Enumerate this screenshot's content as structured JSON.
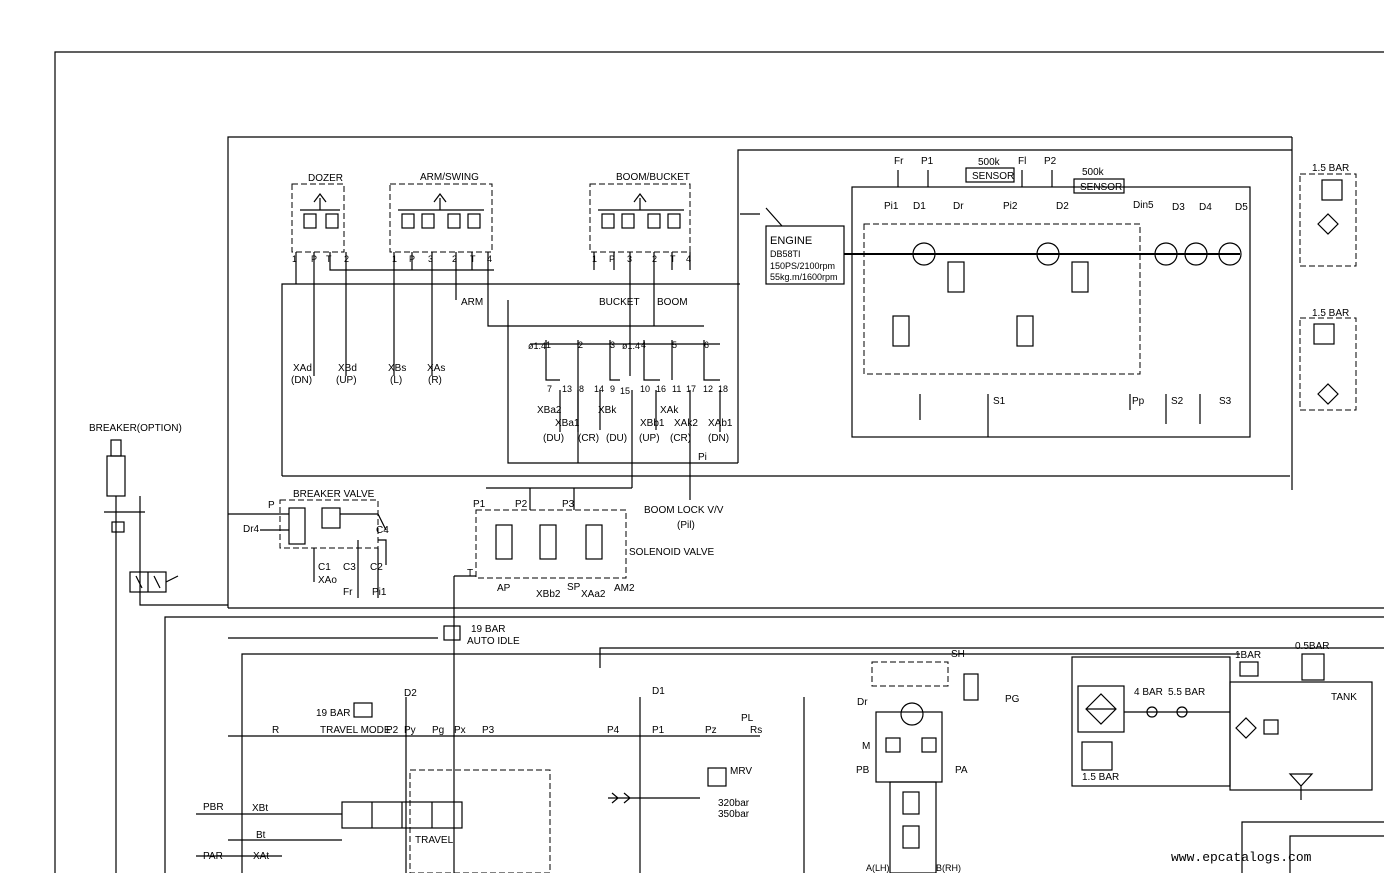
{
  "labels": {
    "breaker_option": "BREAKER(OPTION)",
    "dozer": "DOZER",
    "arm_swing": "ARM/SWING",
    "boom_bucket": "BOOM/BUCKET",
    "arm": "ARM",
    "bucket": "BUCKET",
    "boom": "BOOM",
    "xad": "XAd",
    "xad_sub": "(DN)",
    "xbd": "XBd",
    "xbd_sub": "(UP)",
    "xbs": "XBs",
    "xbs_sub": "(L)",
    "xas": "XAs",
    "xas_sub": "(R)",
    "xba2": "XBa2",
    "xba2_sub": "(DU)",
    "xba1": "XBa1",
    "xba1_sub": "(CR)",
    "xbk": "XBk",
    "xbk_sub": "(DU)",
    "xbb1": "XBb1",
    "xbb1_sub": "(UP)",
    "xak": "XAk",
    "xak2": "XAk2",
    "xak2_sub": "(CR)",
    "xab1": "XAb1",
    "xab1_sub": "(DN)",
    "pi": "Pi",
    "boom_lock": "BOOM LOCK V/V",
    "pil": "(Pil)",
    "breaker_valve": "BREAKER VALVE",
    "dr4": "Dr4",
    "p": "P",
    "c1": "C1",
    "c3": "C3",
    "c2": "C2",
    "c4": "C4",
    "xao": "XAo",
    "fr_small": "Fr",
    "pi1": "Pi1",
    "p1": "P1",
    "p2": "P2",
    "p3": "P3",
    "solenoid_valve": "SOLENOID VALVE",
    "t": "T",
    "ap": "AP",
    "sp": "SP",
    "xbb2": "XBb2",
    "xaa2": "XAa2",
    "am2": "AM2",
    "phi14a": "ø1.4",
    "phi14b": "ø1.4",
    "auto_idle_bar": "19 BAR",
    "auto_idle": "AUTO IDLE",
    "travel_mode_bar": "19 BAR",
    "d2": "D2",
    "d1": "D1",
    "r": "R",
    "travel_mode": "TRAVEL MODE",
    "py": "Py",
    "pg": "Pg",
    "px": "Px",
    "p4": "P4",
    "pz": "Pz",
    "pl": "PL",
    "rs": "Rs",
    "mrv": "MRV",
    "mrv_p1": "320bar",
    "mrv_p2": "350bar",
    "pbr": "PBR",
    "xbt": "XBt",
    "bt": "Bt",
    "par": "PAR",
    "xat": "XAt",
    "travel": "TRAVEL",
    "engine": "ENGINE",
    "engine_model": "DB58TI",
    "engine_power": "150PS/2100rpm",
    "engine_torque": "55kg.m/1600rpm",
    "fr": "Fr",
    "pump_p1": "P1",
    "fl": "Fl",
    "pump_p2": "P2",
    "sensor_val1": "500k",
    "sensor1": "SENSOR",
    "sensor_val2": "500k",
    "sensor2": "SENSOR",
    "pi1_pump": "Pi1",
    "d1_pump": "D1",
    "dr_pump": "Dr",
    "pi2_pump": "Pi2",
    "d2_pump": "D2",
    "din5": "Din5",
    "d3": "D3",
    "d4": "D4",
    "d5": "D5",
    "s1": "S1",
    "pp": "Pp",
    "s2": "S2",
    "s3": "S3",
    "bar15_a": "1.5 BAR",
    "bar15_b": "1.5 BAR",
    "dr_swing": "Dr",
    "sh": "SH",
    "pg_swing": "PG",
    "m": "M",
    "pb": "PB",
    "pa": "PA",
    "a_lh": "A(LH)",
    "b_rh": "B(RH)",
    "bar1": "1BAR",
    "bar05": "0.5BAR",
    "bar4": "4 BAR",
    "bar55": "5.5 BAR",
    "bar15_c": "1.5 BAR",
    "tank": "TANK",
    "watermark": "www.epcatalogs.com"
  },
  "port_numbers": {
    "dozer": [
      "1",
      "P",
      "T",
      "2"
    ],
    "arm_swing": [
      "1",
      "P",
      "3",
      "2",
      "T",
      "4"
    ],
    "boom_bucket": [
      "1",
      "P",
      "3",
      "2",
      "T",
      "4"
    ],
    "upper": [
      "1",
      "2",
      "3",
      "4",
      "5",
      "6"
    ],
    "lower": [
      "7",
      "13",
      "8",
      "14",
      "9",
      "15",
      "10",
      "16",
      "11",
      "17",
      "12",
      "18"
    ]
  }
}
